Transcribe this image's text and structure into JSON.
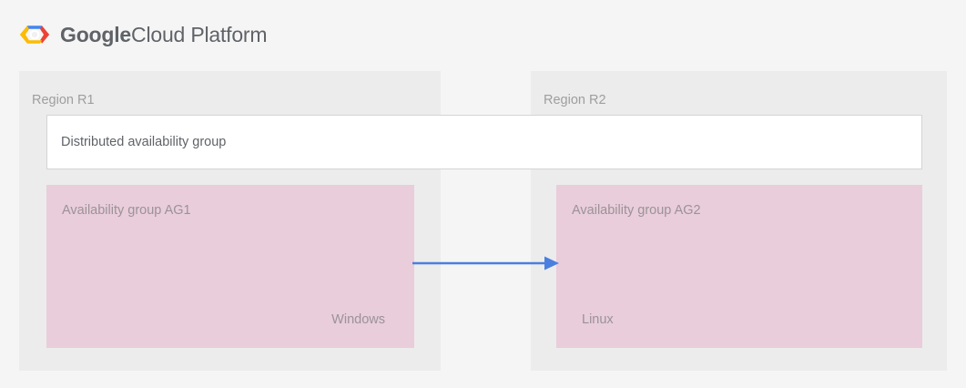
{
  "header": {
    "logo_icon": "google-cloud-platform-hexagon-logo",
    "brand_bold": "Google",
    "brand_light": "Cloud Platform",
    "brand_color": "#5f6368",
    "logo_colors": {
      "top_blue": "#4285f4",
      "right_red": "#ea4335",
      "left_yellow": "#fbbc05",
      "bottom_green_accent": "#34a853",
      "center": "#ffffff"
    }
  },
  "canvas": {
    "background": "#f5f5f5",
    "panel_background": "#ececec"
  },
  "regions": [
    {
      "id": "r1",
      "label": "Region R1",
      "availability_group": {
        "title": "Availability group AG1",
        "os": "Windows",
        "os_align": "right",
        "fill": "#e9cdda"
      }
    },
    {
      "id": "r2",
      "label": "Region R2",
      "availability_group": {
        "title": "Availability group AG2",
        "os": "Linux",
        "os_align": "left",
        "fill": "#e9cdda"
      }
    }
  ],
  "distributed_group": {
    "label": "Distributed availability group",
    "fill": "#ffffff",
    "border": "#d4d4d4"
  },
  "arrow": {
    "name": "replication-arrow",
    "direction": "left-to-right",
    "from": "Availability group AG1",
    "to": "Availability group AG2",
    "color": "#4a7fe0"
  }
}
